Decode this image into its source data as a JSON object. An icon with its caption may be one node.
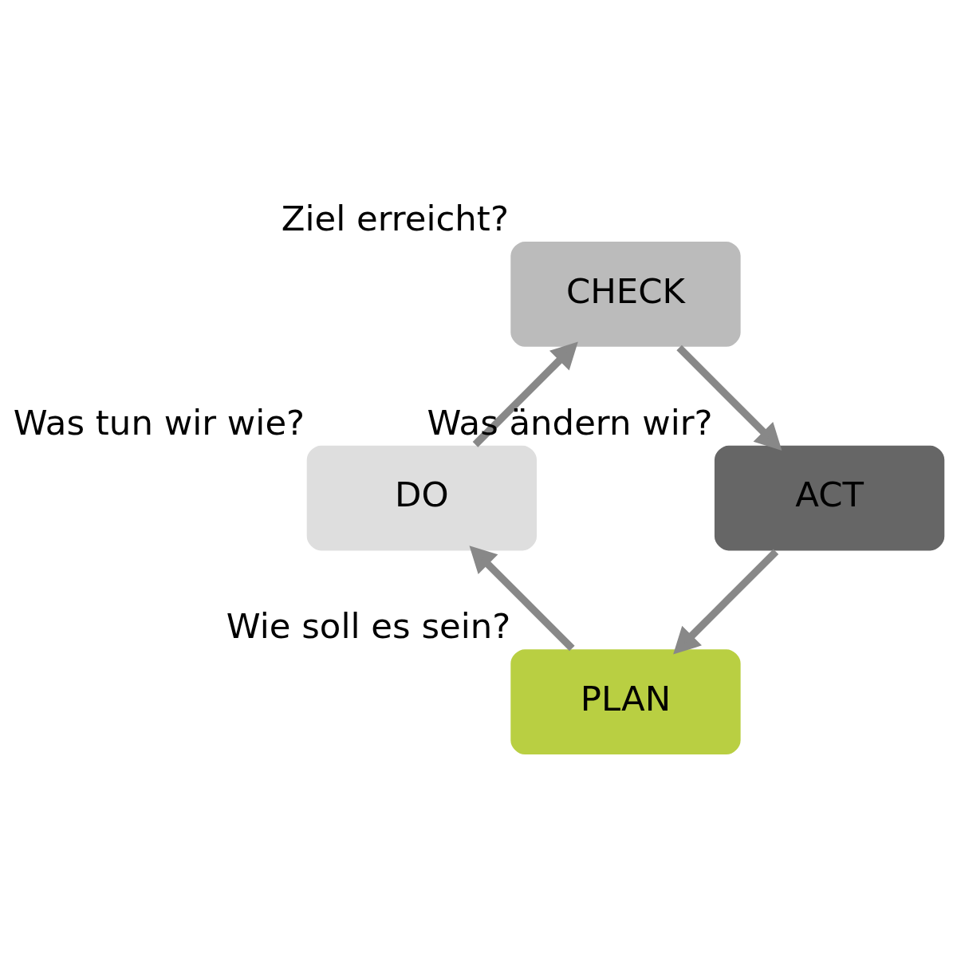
{
  "diagram": {
    "nodes": [
      {
        "text": [
          "PLAN"
        ],
        "beside": [
          "Wie soll es sein?"
        ]
      },
      {
        "text": [
          "DO"
        ],
        "beside": [
          "Was tun wir wie?"
        ]
      },
      {
        "text": [
          "CHECK"
        ],
        "beside": [
          "Ziel erreicht?"
        ]
      },
      {
        "text": [
          "ACT"
        ],
        "beside": [
          "Was ändern wir?"
        ]
      }
    ],
    "edges": [
      {
        "from": 0,
        "to": 1,
        "arrow": "to"
      },
      {
        "from": 1,
        "to": 2,
        "arrow": "to"
      },
      {
        "from": 2,
        "to": 3,
        "arrow": "to"
      },
      {
        "from": 3,
        "to": 0,
        "arrow": "to"
      }
    ]
  }
}
